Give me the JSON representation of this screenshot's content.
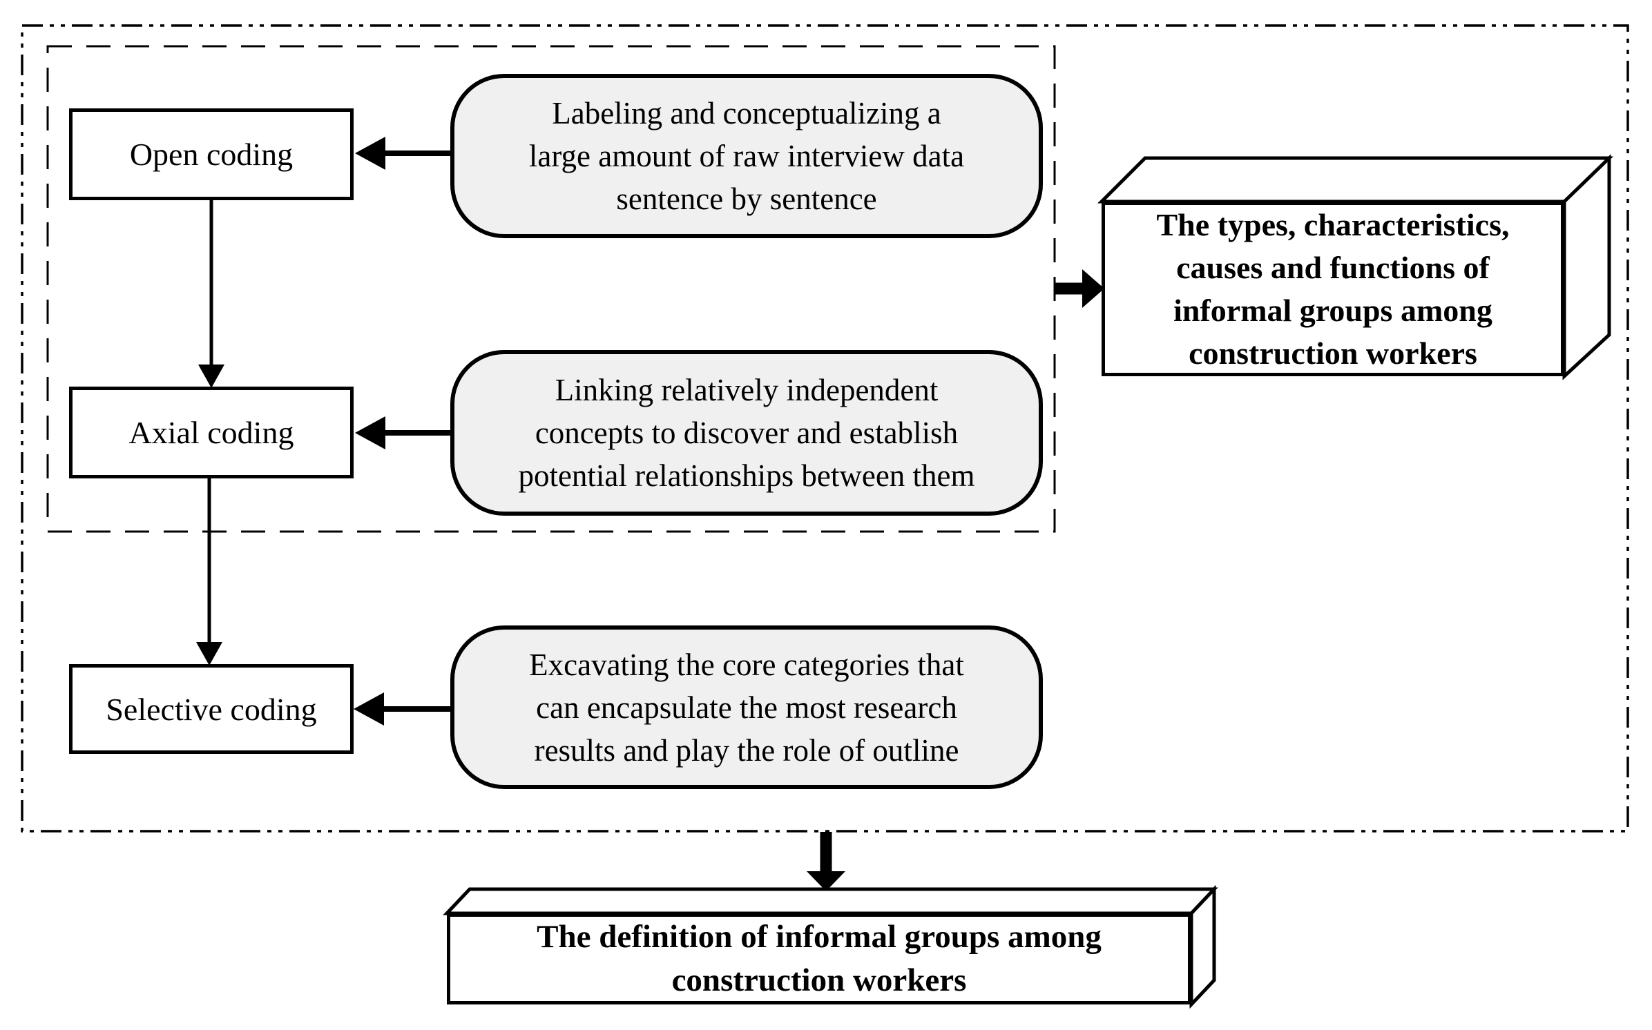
{
  "diagram": {
    "colors": {
      "line": "#000000",
      "description_fill": "#f0f0f0",
      "box_fill": "#ffffff",
      "background": "#ffffff"
    },
    "process_boxes": [
      {
        "label": "Open coding"
      },
      {
        "label": "Axial coding"
      },
      {
        "label": "Selective coding"
      }
    ],
    "description_boxes": [
      {
        "text": "Labeling and conceptualizing a large amount of raw interview data sentence by sentence",
        "lines": [
          "Labeling and conceptualizing a",
          "large amount of raw interview data",
          "sentence by sentence"
        ]
      },
      {
        "text": "Linking relatively independent concepts to discover and establish potential relationships between them",
        "lines": [
          "Linking relatively independent",
          "concepts to discover and establish",
          "potential relationships between them"
        ]
      },
      {
        "text": "Excavating the core categories that can encapsulate the most research results and play the role of outline",
        "lines": [
          "Excavating the core categories that",
          "can encapsulate the most research",
          "results and play the role of outline"
        ]
      }
    ],
    "output_boxes": [
      {
        "text": "The types, characteristics, causes and functions of informal groups among construction workers",
        "lines": [
          "The types, characteristics,",
          "causes and functions of",
          "informal groups among",
          "construction workers"
        ]
      },
      {
        "text": "The definition of informal groups among construction workers",
        "lines": [
          "The definition of informal groups among",
          "construction workers"
        ]
      }
    ]
  }
}
